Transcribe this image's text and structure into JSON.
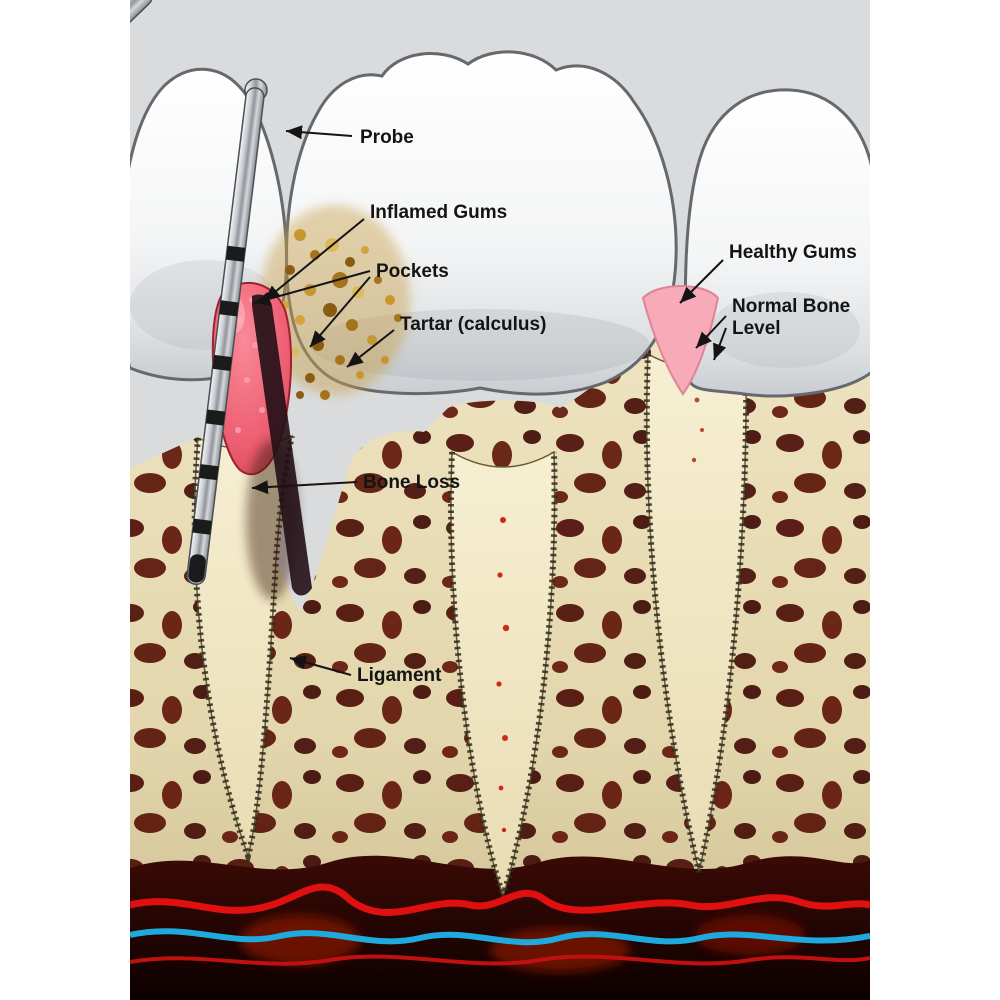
{
  "figure": {
    "labels": {
      "probe": "Probe",
      "inflamed_gums": "Inflamed Gums",
      "pockets": "Pockets",
      "tartar": "Tartar (calculus)",
      "bone_loss": "Bone Loss",
      "ligament": "Ligament",
      "healthy_gums": "Healthy Gums",
      "normal_bone_1": "Normal Bone",
      "normal_bone_2": "Level"
    },
    "colors": {
      "background": "#d9dbdd",
      "tooth_white": "#ffffff",
      "bone_cream": "#e7dcb8",
      "root_cream": "#f4edd0",
      "marrow_dark": "#140202",
      "inflamed_gum": "#ed5f72",
      "healthy_gum": "#f7aab8",
      "tartar": "#c8962e",
      "artery_red": "#e01010",
      "vein_blue": "#1faadd",
      "probe_metal": "#b9bec4",
      "label_text": "#141414"
    }
  }
}
